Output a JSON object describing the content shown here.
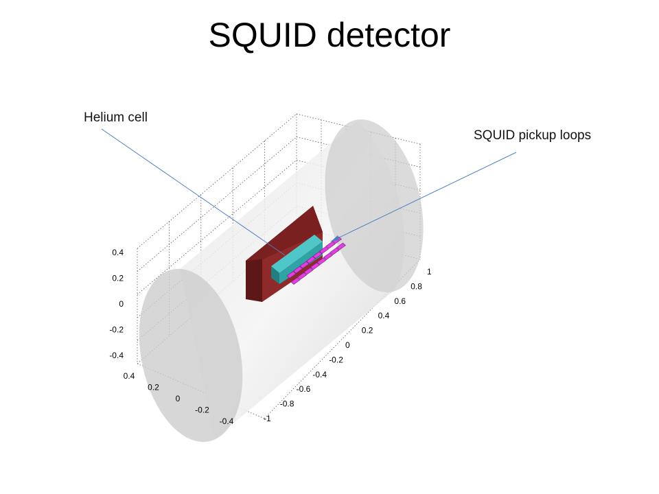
{
  "title": "SQUID detector",
  "callouts": {
    "helium_cell": "Helium cell",
    "squid_pickup_loops": "SQUID pickup loops"
  },
  "axes": {
    "vertical_ticks": [
      "0.4",
      "0.2",
      "0",
      "-0.2",
      "-0.4"
    ],
    "front_ticks": [
      "0.4",
      "0.2",
      "0",
      "-0.2",
      "-0.4"
    ],
    "depth_ticks": [
      "1",
      "0.8",
      "0.6",
      "0.4",
      "0.2",
      "0",
      "-0.2",
      "-0.4",
      "-0.6",
      "-0.8",
      "-1"
    ]
  },
  "colors": {
    "cylinder": "#d9d9d9",
    "helium_cell_front": "#8f2a2a",
    "helium_cell_side": "#5e1717",
    "inner_bar": "#2fa3a6",
    "pickup_loops": "#e040e0",
    "leader_line": "#4f7fbf"
  }
}
